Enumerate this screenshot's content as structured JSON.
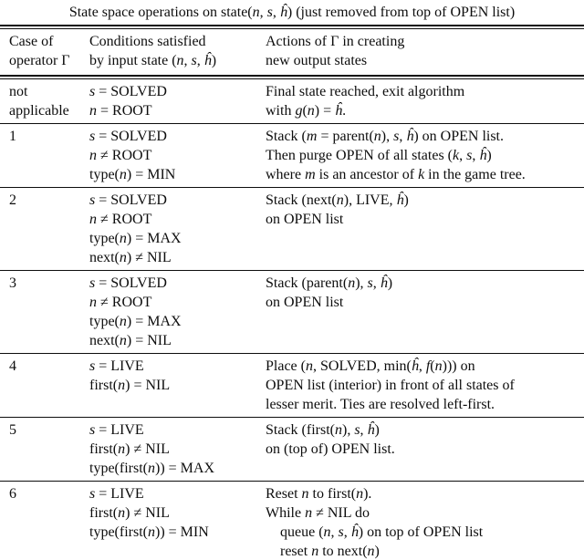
{
  "title": "State space operations on state(*n*, *s*, *ĥ*) (just removed from top of OPEN list)",
  "table": {
    "headers": {
      "case": [
        "Case of",
        "operator Γ"
      ],
      "conditions": [
        "Conditions satisfied",
        "by input state (*n*, *s*, *ĥ*)"
      ],
      "actions": [
        "Actions of Γ in creating",
        "new output states"
      ]
    },
    "rows": [
      {
        "case": [
          "not",
          "applicable"
        ],
        "conditions": [
          "*s* = SOLVED",
          "*n* = ROOT"
        ],
        "actions": [
          "Final state reached, exit algorithm",
          "with *g*(*n*) = *ĥ*."
        ]
      },
      {
        "case": [
          "1"
        ],
        "conditions": [
          "*s* = SOLVED",
          "*n* ≠ ROOT",
          "type(*n*) = MIN"
        ],
        "actions": [
          "Stack (*m* = parent(*n*), *s*, *ĥ*) on OPEN list.",
          "Then purge OPEN of all states (*k*, *s*, *ĥ*)",
          "where *m* is an ancestor of *k* in the game tree."
        ]
      },
      {
        "case": [
          "2"
        ],
        "conditions": [
          "*s* = SOLVED",
          "*n* ≠ ROOT",
          "type(*n*) = MAX",
          "next(*n*) ≠ NIL"
        ],
        "actions": [
          "Stack (next(*n*), LIVE, *ĥ*)",
          "on OPEN list"
        ]
      },
      {
        "case": [
          "3"
        ],
        "conditions": [
          "*s* = SOLVED",
          "*n* ≠ ROOT",
          "type(*n*) = MAX",
          "next(*n*) = NIL"
        ],
        "actions": [
          "Stack (parent(*n*), *s*, *ĥ*)",
          "on OPEN list"
        ]
      },
      {
        "case": [
          "4"
        ],
        "conditions": [
          "*s* = LIVE",
          "first(*n*) = NIL"
        ],
        "actions": [
          "Place (*n*, SOLVED, min(*ĥ*, *f*(*n*))) on",
          "OPEN list (interior) in front of all states of",
          "lesser merit. Ties are resolved left-first."
        ]
      },
      {
        "case": [
          "5"
        ],
        "conditions": [
          "*s* = LIVE",
          "first(*n*) ≠ NIL",
          "type(first(*n*)) = MAX"
        ],
        "actions": [
          "Stack (first(*n*), *s*, *ĥ*)",
          "on (top of) OPEN list."
        ]
      },
      {
        "case": [
          "6"
        ],
        "conditions": [
          "*s* = LIVE",
          "first(*n*) ≠ NIL",
          "type(first(*n*)) = MIN"
        ],
        "actions": [
          "Reset *n* to first(*n*).",
          "While *n* ≠ NIL do",
          " queue (*n*, *s*, *ĥ*) on top of OPEN list",
          " reset *n* to next(*n*)"
        ]
      }
    ]
  }
}
